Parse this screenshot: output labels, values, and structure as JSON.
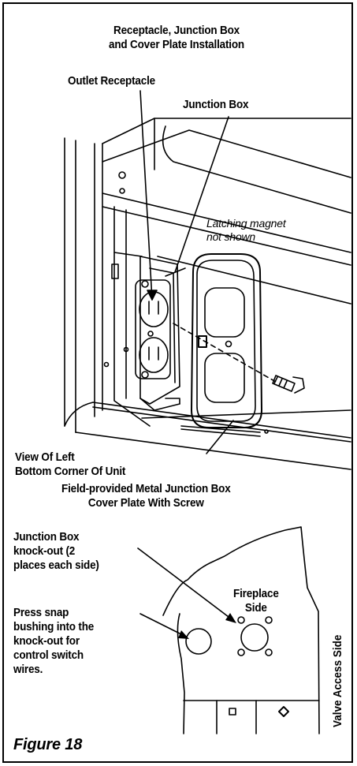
{
  "title": "Receptacle, Junction Box\nand Cover Plate Installation",
  "labels": {
    "outlet_receptacle": "Outlet Receptacle",
    "junction_box": "Junction Box",
    "latching_magnet": "Latching magnet\nnot shown",
    "view_left_corner": "View Of Left\nBottom Corner Of Unit",
    "cover_plate": "Field-provided Metal Junction Box\nCover Plate With Screw",
    "knockout": "Junction Box\nknock-out (2\nplaces each side)",
    "press_snap": "Press snap\nbushing into the\nknock-out for\ncontrol switch\nwires.",
    "fireplace_side": "Fireplace\nSide",
    "valve_access_side": "Valve Access Side"
  },
  "figure_label": "Figure 18"
}
